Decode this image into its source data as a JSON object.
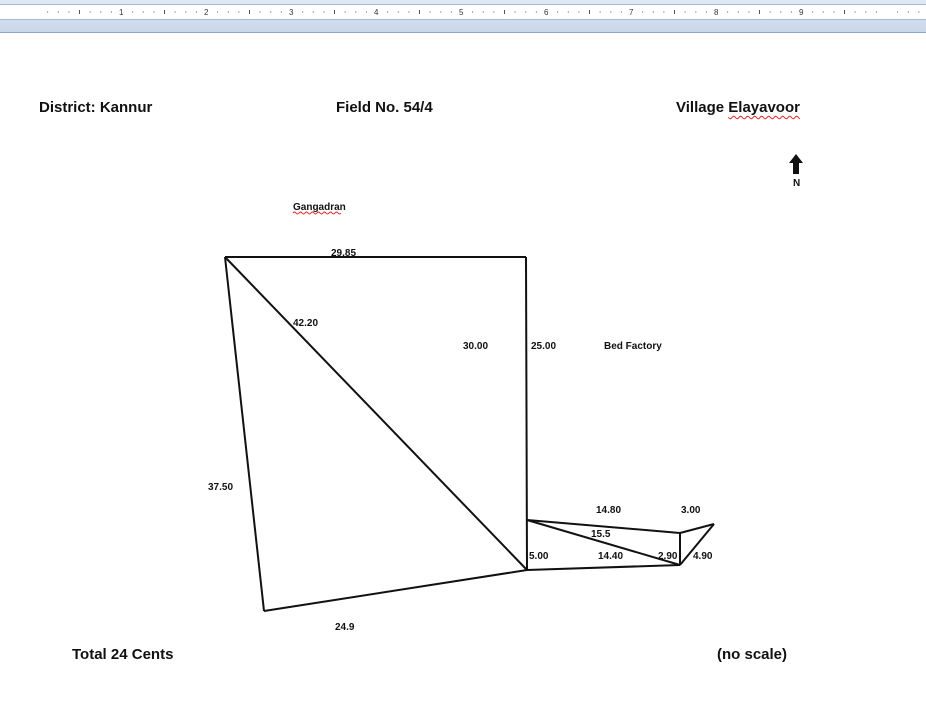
{
  "ruler": {
    "numbers": [
      "1",
      "2",
      "3",
      "4",
      "5",
      "6",
      "7",
      "8",
      "9"
    ]
  },
  "header": {
    "district": "District: Kannur",
    "field_no": "Field No. 54/4",
    "village_prefix": "Village ",
    "village_name": "Elayavoor"
  },
  "compass": {
    "label": "N"
  },
  "sketch": {
    "neighbor_north": "Gangadran",
    "neighbor_east": "Bed Factory",
    "measurements": {
      "top": "29.85",
      "diagonal": "42.20",
      "inner_right": "30.00",
      "outer_right": "25.00",
      "left": "37.50",
      "bottom": "24.9",
      "ext_top": "14.80",
      "ext_tip": "3.00",
      "ext_diagonal": "15.5",
      "ext_left": "5.00",
      "ext_bottom": "14.40",
      "ext_short": "2.90",
      "ext_end": "4.90"
    }
  },
  "footer": {
    "total": "Total  24 Cents",
    "scale_note": "(no scale)"
  },
  "colors": {
    "ruler_bg": "#c9d7ea",
    "ink": "#111111",
    "spell_underline": "#dd2222"
  }
}
